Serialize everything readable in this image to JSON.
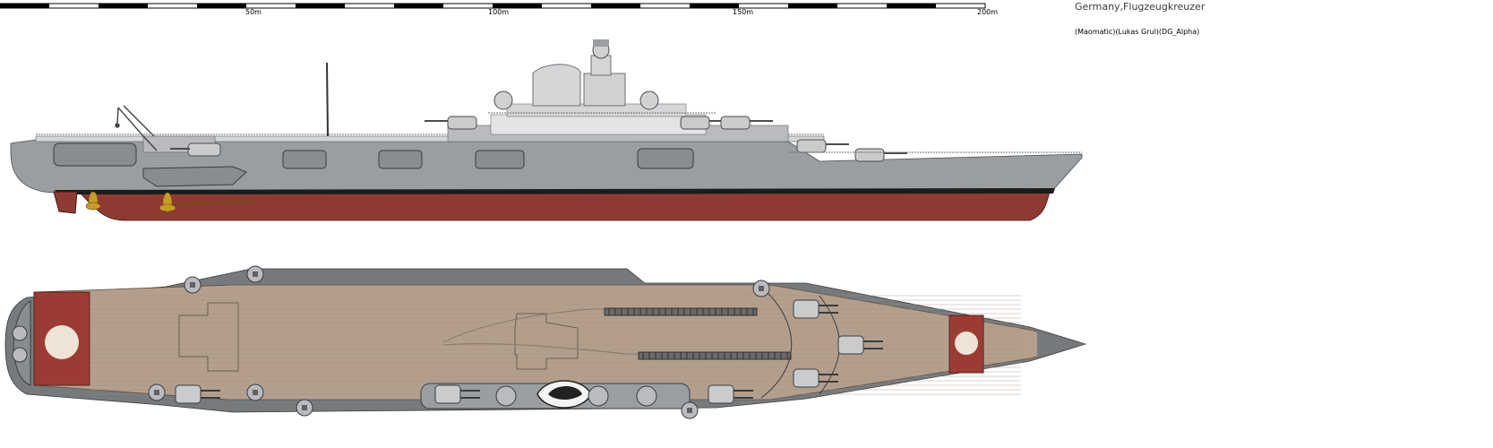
{
  "title": "Germany,Flugzeugkreuzer",
  "credits": "(Maomatic)(Lukas Grul)(DG_Alpha)",
  "scale": {
    "labels": [
      "50m",
      "100m",
      "150m",
      "200m"
    ]
  },
  "colors": {
    "hull_grey": "#9b9ea1",
    "boot_topping": "#1c1c1c",
    "hull_red": "#8e3a33",
    "deck_wood": "#b49f8e",
    "deck_marking_red": "#9b3c34",
    "roundel": "#efe3d6",
    "superstructure": "#d4d6d8",
    "dark_grey": "#5f6163",
    "propeller": "#c89a2a"
  },
  "icons": {
    "propeller": "propeller-icon",
    "crane": "crane-icon",
    "turret": "turret-icon"
  }
}
